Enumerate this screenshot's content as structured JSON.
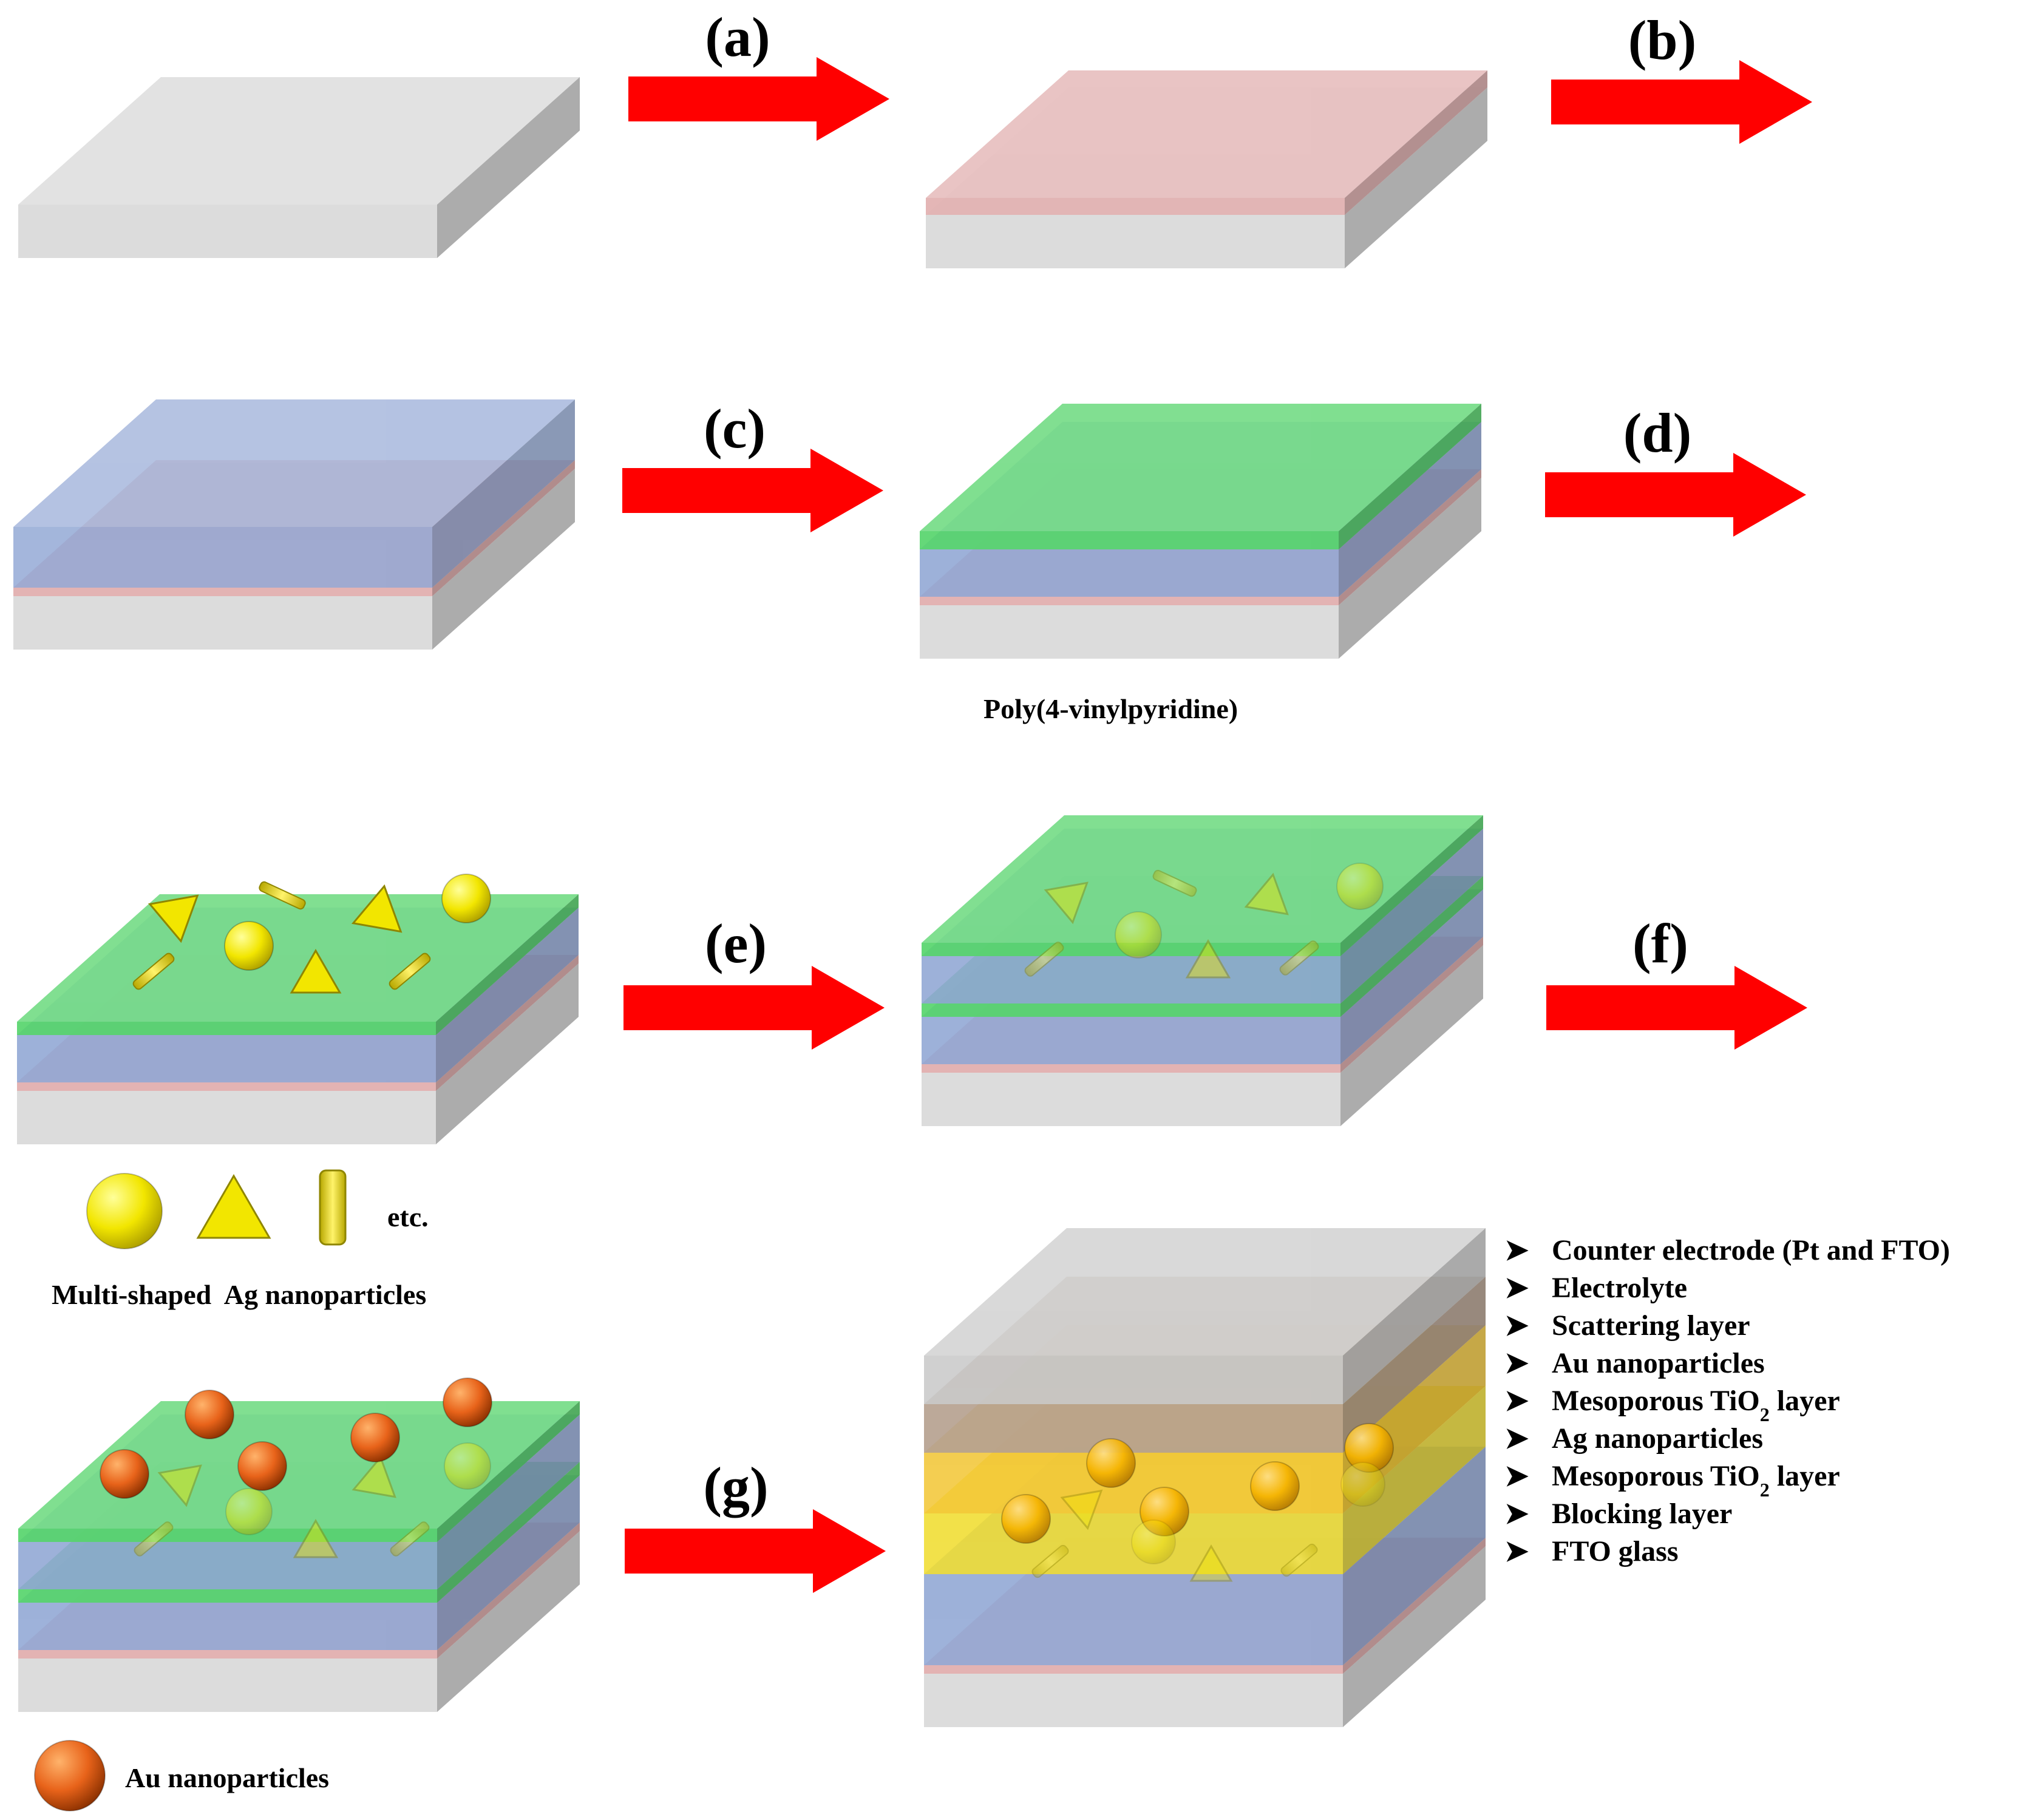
{
  "step_labels": [
    "(a)",
    "(b)",
    "(c)",
    "(d)",
    "(e)",
    "(f)",
    "(g)"
  ],
  "captions": {
    "polymer": "Poly(4-vinylpyridine)",
    "ag_etc": "etc.",
    "ag_shapes": "Multi-shaped  Ag nanoparticles",
    "au": "Au nanoparticles"
  },
  "legend": {
    "bullet": "➤",
    "items": [
      {
        "text": "Counter electrode (Pt and FTO)"
      },
      {
        "text": "Electrolyte"
      },
      {
        "text": "Scattering layer"
      },
      {
        "text": "Au nanoparticles"
      },
      {
        "text": "Mesoporous TiO",
        "sub": "2",
        "after": " layer"
      },
      {
        "text": "Ag nanoparticles"
      },
      {
        "text": "Mesoporous TiO",
        "sub": "2",
        "after": " layer"
      },
      {
        "text": "Blocking layer"
      },
      {
        "text": "FTO glass"
      }
    ]
  },
  "colors": {
    "arrow": "#ff0000",
    "glass": "#dcdcdc",
    "blocking_layer": "#e3b3b3",
    "tio2": "#8da4d3",
    "polymer": "#54d46a",
    "ag_particle": "#f2e600",
    "au_particle": "#e8631a",
    "au_particle_final": "#f6b400",
    "scattering_layer": "#f0dc2a",
    "electrolyte": "#f2c532",
    "counter_electrode": "#c8c8c8"
  }
}
